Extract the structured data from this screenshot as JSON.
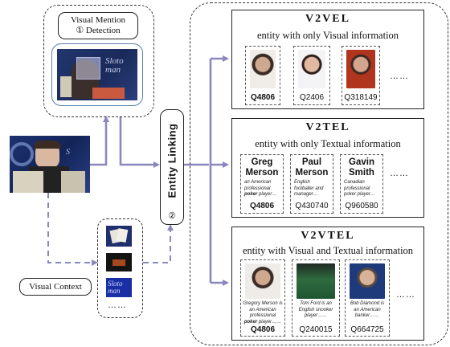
{
  "detection": {
    "title": "Visual Mention",
    "subtitle": "① Detection"
  },
  "context": {
    "label": "Visual Context",
    "dots": "……"
  },
  "linking": {
    "label": "Entity Linking",
    "number": "②"
  },
  "panels": [
    {
      "title": "V2VEL",
      "subtitle": "entity with only Visual information",
      "cards": [
        {
          "qid": "Q4806",
          "bold": true
        },
        {
          "qid": "Q2406",
          "bold": false
        },
        {
          "qid": "Q318149",
          "bold": false
        }
      ],
      "dots": "……"
    },
    {
      "title": "V2TEL",
      "subtitle": "entity with only Textual information",
      "cards": [
        {
          "name": "Greg Merson",
          "desc_pre": "an American professional ",
          "desc_bold": "poker",
          "desc_post": " player…",
          "qid": "Q4806",
          "bold": true
        },
        {
          "name": "Paul Merson",
          "desc_pre": "English footballer and manager…",
          "desc_bold": "",
          "desc_post": "",
          "qid": "Q430740",
          "bold": false
        },
        {
          "name": "Gavin Smith",
          "desc_pre": "Canadian professional poker player…",
          "desc_bold": "",
          "desc_post": "",
          "qid": "Q960580",
          "bold": false
        }
      ],
      "dots": "……"
    },
    {
      "title": "V2VTEL",
      "subtitle": "entity with Visual and Textual information",
      "cards": [
        {
          "desc_pre": "Gregory Merson is an American professional ",
          "desc_bold": "poker",
          "desc_post": " player……",
          "qid": "Q4806",
          "bold": true
        },
        {
          "desc_pre": "Tom Ford is an English snooker player……",
          "desc_bold": "",
          "desc_post": "",
          "qid": "Q240015",
          "bold": false
        },
        {
          "desc_pre": "Bob Diamond is an American banker……",
          "desc_bold": "",
          "desc_post": "",
          "qid": "Q664725",
          "bold": false
        }
      ],
      "dots": "……"
    }
  ],
  "colors": {
    "arrow": "#8a87bf",
    "stage_blue": "#1c2f6e"
  }
}
